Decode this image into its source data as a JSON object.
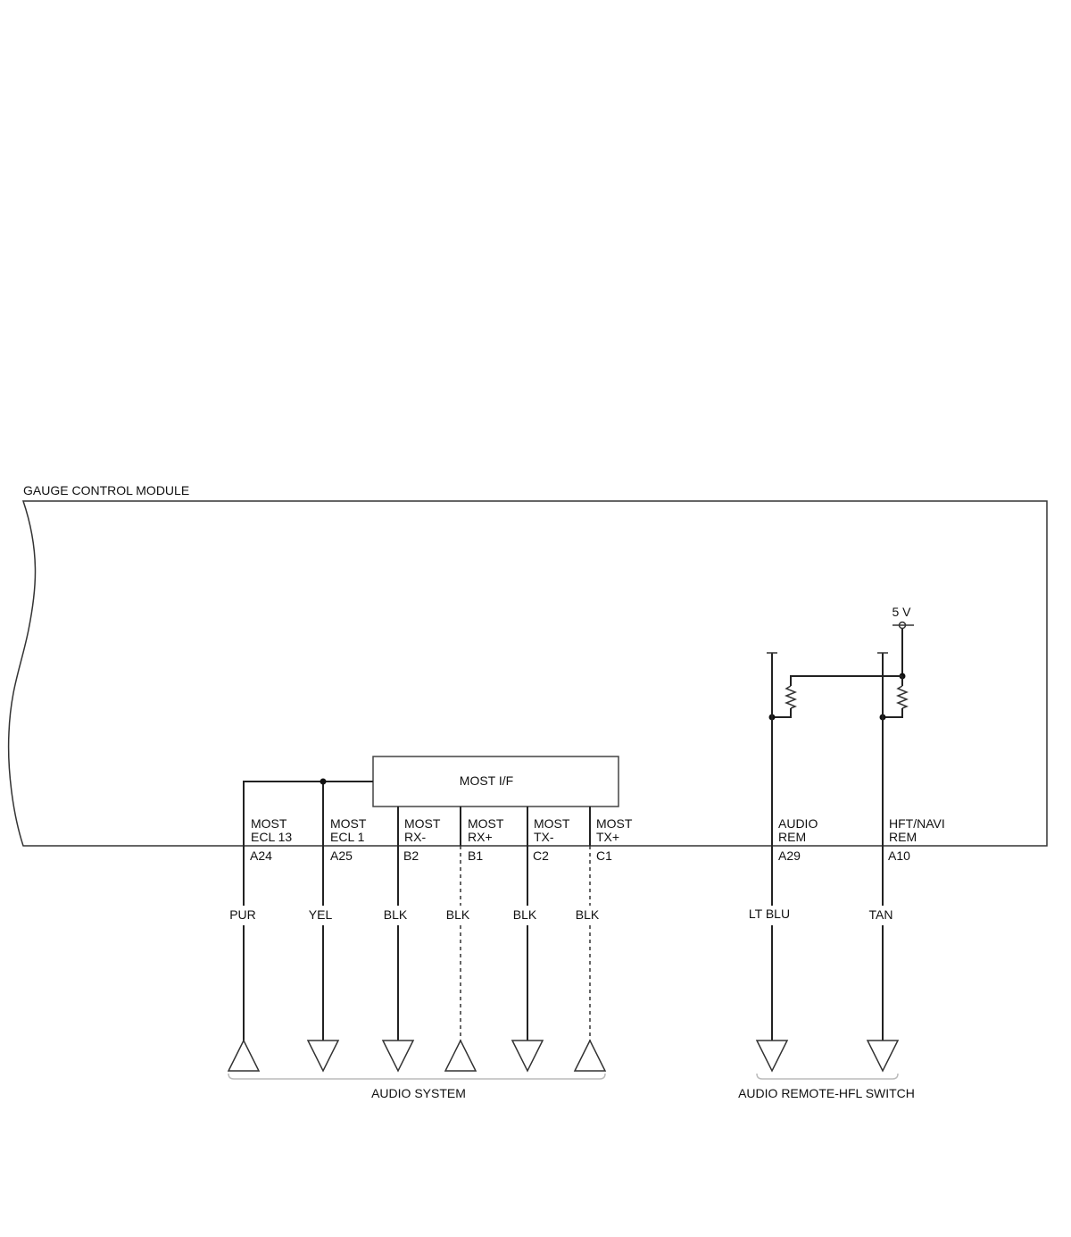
{
  "module": {
    "title": "GAUGE CONTROL MODULE"
  },
  "interface_box": {
    "label": "MOST I/F"
  },
  "supply": {
    "label": "5 V"
  },
  "pins": [
    {
      "line1": "MOST",
      "line2": "ECL 13",
      "pin": "A24",
      "wire_color": "PUR"
    },
    {
      "line1": "MOST",
      "line2": "ECL 1",
      "pin": "A25",
      "wire_color": "YEL"
    },
    {
      "line1": "MOST",
      "line2": "RX-",
      "pin": "B2",
      "wire_color": "BLK"
    },
    {
      "line1": "MOST",
      "line2": "RX+",
      "pin": "B1",
      "wire_color": "BLK"
    },
    {
      "line1": "MOST",
      "line2": "TX-",
      "pin": "C2",
      "wire_color": "BLK"
    },
    {
      "line1": "MOST",
      "line2": "TX+",
      "pin": "C1",
      "wire_color": "BLK"
    },
    {
      "line1": "AUDIO",
      "line2": "REM",
      "pin": "A29",
      "wire_color": "LT BLU"
    },
    {
      "line1": "HFT/NAVI",
      "line2": "REM",
      "pin": "A10",
      "wire_color": "TAN"
    }
  ],
  "groups": [
    {
      "label": "AUDIO SYSTEM"
    },
    {
      "label": "AUDIO REMOTE-HFL SWITCH"
    }
  ]
}
